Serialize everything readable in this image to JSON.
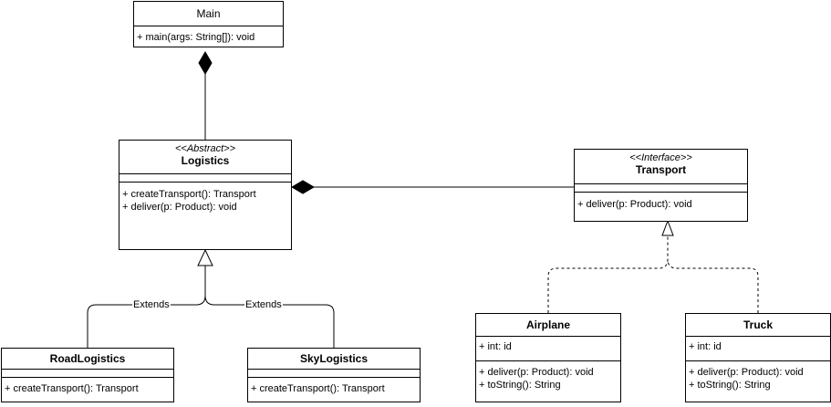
{
  "classes": {
    "main": {
      "name": "Main",
      "methods": [
        "+ main(args: String[]): void"
      ]
    },
    "logistics": {
      "stereotype": "<<Abstract>>",
      "name": "Logistics",
      "methods": [
        "+ createTransport(): Transport",
        "+ deliver(p: Product): void"
      ]
    },
    "transport": {
      "stereotype": "<<Interface>>",
      "name": "Transport",
      "methods": [
        "+ deliver(p: Product): void"
      ]
    },
    "road": {
      "name": "RoadLogistics",
      "methods": [
        "+ createTransport(): Transport"
      ]
    },
    "sky": {
      "name": "SkyLogistics",
      "methods": [
        "+ createTransport(): Transport"
      ]
    },
    "airplane": {
      "name": "Airplane",
      "fields": [
        "+ int: id"
      ],
      "methods": [
        "+ deliver(p: Product): void",
        "+ toString(): String"
      ]
    },
    "truck": {
      "name": "Truck",
      "fields": [
        "+ int: id"
      ],
      "methods": [
        "+ deliver(p: Product): void",
        "+ toString(): String"
      ]
    }
  },
  "edges": {
    "extends_road": "Extends",
    "extends_sky": "Extends"
  }
}
